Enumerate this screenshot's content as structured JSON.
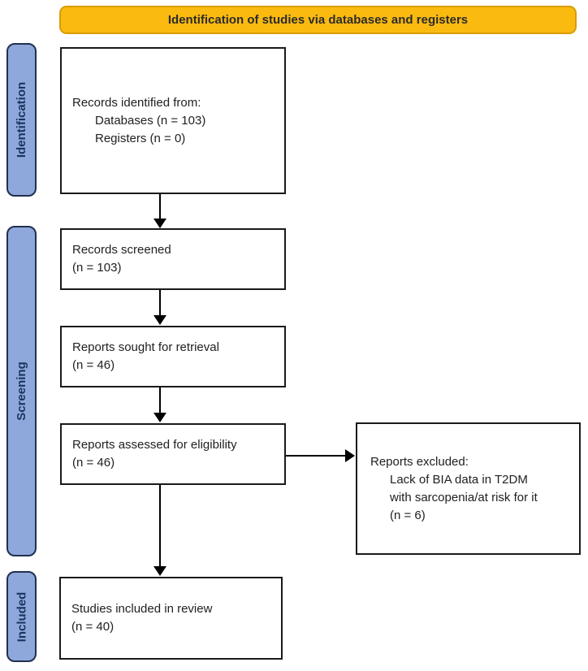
{
  "banner": {
    "label": "Identification of studies via databases and registers"
  },
  "sidebar": {
    "stages": [
      {
        "label": "Identification"
      },
      {
        "label": "Screening"
      },
      {
        "label": "Included"
      }
    ]
  },
  "boxes": {
    "records_identified": {
      "lines": [
        "Records identified from:",
        "Databases (n = 103)",
        "Registers (n = 0)"
      ]
    },
    "records_screened": {
      "lines": [
        "Records screened",
        "(n = 103)"
      ]
    },
    "reports_sought": {
      "lines": [
        "Reports sought for retrieval",
        "(n = 46)"
      ]
    },
    "reports_assessed": {
      "lines": [
        "Reports assessed for eligibility",
        "(n = 46)"
      ]
    },
    "reports_excluded": {
      "lines": [
        "Reports excluded:",
        "Lack of BIA data in T2DM",
        "with sarcopenia/at risk for it",
        "(n = 6)"
      ]
    },
    "studies_included": {
      "lines": [
        "Studies included in review",
        "(n = 40)"
      ]
    }
  },
  "colors": {
    "background": "#FFFFFF",
    "banner-fill": "#FBBA10",
    "banner-border": "#DA9C05",
    "banner-text": "#2B2B2B",
    "stage-fill": "#8FA8DC",
    "stage-border": "#20304F",
    "stage-text": "#17365D",
    "box-fill": "#FFFFFF",
    "box-border": "#1A1A1A",
    "text": "#212121",
    "arrow": "#000000"
  }
}
